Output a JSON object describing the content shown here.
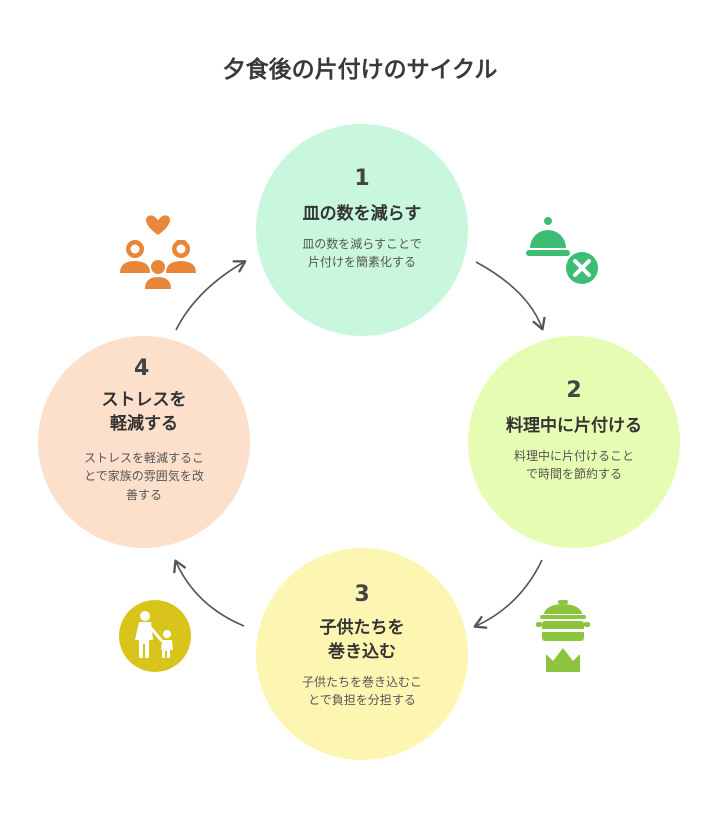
{
  "title": "夕食後の片付けのサイクル",
  "steps": [
    {
      "number": "1",
      "heading": "皿の数を減らす",
      "desc1": "皿の数を減らすことで",
      "desc2": "片付けを簡素化する",
      "desc3": ""
    },
    {
      "number": "2",
      "heading": "料理中に片付ける",
      "desc1": "料理中に片付けること",
      "desc2": "で時間を節約する",
      "desc3": ""
    },
    {
      "number": "3",
      "heading1": "子供たちを",
      "heading2": "巻き込む",
      "desc1": "子供たちを巻き込むこ",
      "desc2": "とで負担を分担する",
      "desc3": ""
    },
    {
      "number": "4",
      "heading1": "ストレスを",
      "heading2": "軽減する",
      "desc1": "ストレスを軽減するこ",
      "desc2": "とで家族の雰囲気を改",
      "desc3": "善する"
    }
  ],
  "colors": {
    "step1": "#c9f7dd",
    "step2": "#e6fcb3",
    "step3": "#fdf5b2",
    "step4": "#fde0cc",
    "icon_green": "#3dbd74",
    "icon_lime": "#8cc43e",
    "icon_yellow": "#d8c41a",
    "icon_orange": "#e8873a"
  },
  "icons": [
    "dish-cloche-icon",
    "cooking-pot-icon",
    "parent-child-icon",
    "family-heart-icon"
  ]
}
